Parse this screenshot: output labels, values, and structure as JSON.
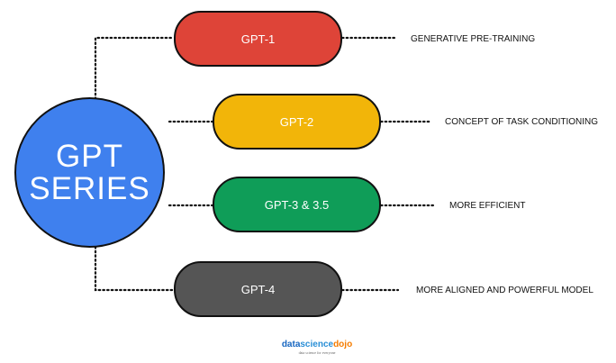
{
  "diagram": {
    "center_title": "GPT\nSERIES",
    "models": [
      {
        "label": "GPT-1",
        "description": "GENERATIVE PRE-TRAINING",
        "color": "#de4438"
      },
      {
        "label": "GPT-2",
        "description": "CONCEPT OF TASK CONDITIONING",
        "color": "#f2b509"
      },
      {
        "label": "GPT-3 & 3.5",
        "description": "MORE EFFICIENT",
        "color": "#0f9d58"
      },
      {
        "label": "GPT-4",
        "description": "MORE ALIGNED AND POWERFUL MODEL",
        "color": "#555555"
      }
    ],
    "center_color": "#3f80ee"
  },
  "logo": {
    "part1": "data",
    "part2": "science",
    "part3": "dojo",
    "tagline": "data science for everyone",
    "colors": {
      "data": "#1565c0",
      "science": "#2a8fd6",
      "dojo": "#f57c00"
    }
  }
}
